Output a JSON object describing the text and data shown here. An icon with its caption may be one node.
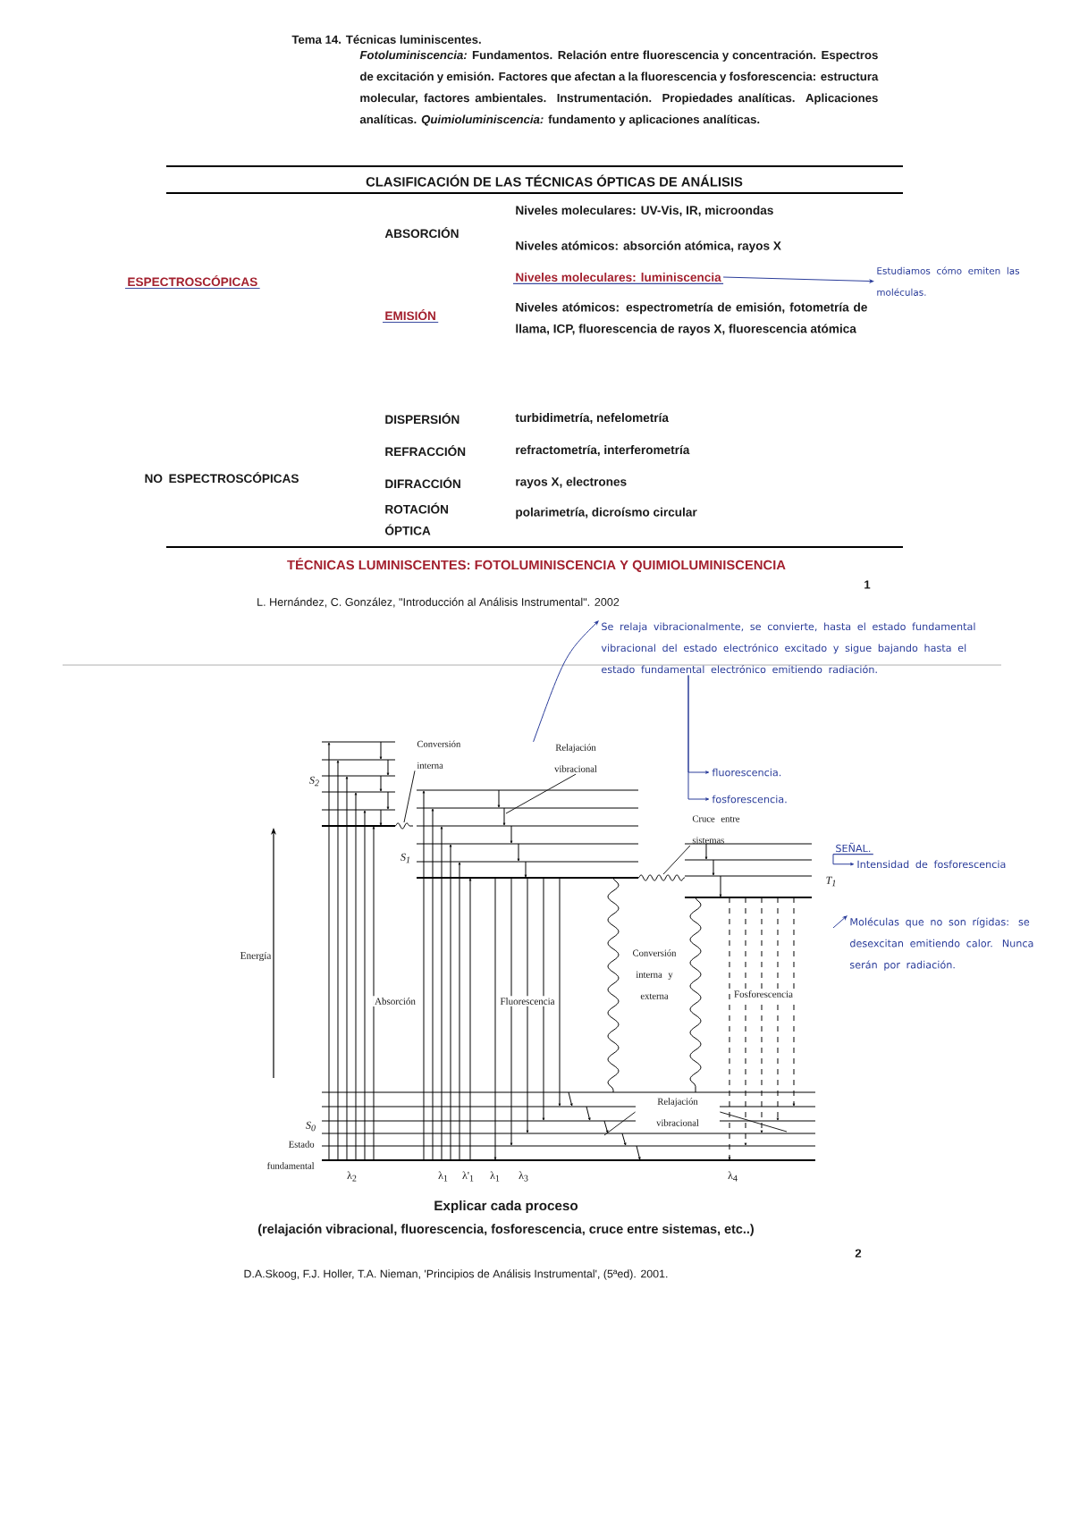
{
  "diagram": {
    "title": "TÉCNICAS LUMINISCENTES: FOTOLUMINISCENCIA Y QUIMIOLUMINISCENCIA",
    "nodes": [
      {
        "text": [
          "Niveles moleculares: luminiscencia"
        ]
      },
      {
        "text": [
          "Estudiamos cómo emiten las moléculas."
        ]
      },
      {
        "text": [
          "Conversión interna"
        ]
      },
      {
        "text": [
          "Relajación vibracional"
        ]
      },
      {
        "text": [
          "Cruce entre sistemas"
        ]
      },
      {
        "text": [
          "Relajación vibracional"
        ]
      },
      {
        "text": [
          "Se relaja vibracionalmente, se convierte, hasta el estado fundamental vibracional del estado electrónico excitado y sigue bajando hasta el estado fundamental electrónico emitiendo radiación."
        ]
      },
      {
        "text": [
          "fluorescencia."
        ]
      },
      {
        "text": [
          "fosforescencia."
        ]
      },
      {
        "text": [
          "SEÑAL."
        ]
      },
      {
        "text": [
          "Intensidad de fosforescencia"
        ]
      },
      {
        "text": [
          "Moléculas que no son rígidas: se desexcitan emitiendo calor. Nunca serán por radiación."
        ]
      }
    ],
    "edges": [
      {
        "from": 0,
        "to": 1,
        "arrow": "to"
      },
      {
        "from": 2,
        "to": null,
        "arrow": "none",
        "color": "#1a1a1a"
      },
      {
        "from": 3,
        "to": null,
        "arrow": "none",
        "color": "#1a1a1a"
      },
      {
        "from": 4,
        "to": null,
        "arrow": "none",
        "color": "#1a1a1a"
      },
      {
        "from": 5,
        "to": null,
        "arrow": "none",
        "color": "#1a1a1a"
      },
      {
        "from": 5,
        "to": null,
        "arrow": "none",
        "color": "#1a1a1a"
      },
      {
        "from": 3,
        "to": 6,
        "arrow": "to"
      },
      {
        "from": 6,
        "to": 7,
        "arrow": "to"
      },
      {
        "from": 6,
        "to": 8,
        "arrow": "to"
      },
      {
        "from": 9,
        "to": 10,
        "arrow": "to"
      },
      {
        "from": null,
        "to": 11,
        "arrow": "to"
      }
    ],
    "labels": [
      "Tema 14. Técnicas luminiscentes.",
      "*Fotoluminiscencia:* Fundamentos. Relación entre fluorescencia y concentración. Espectros de excitación y emisión. Factores que afectan a la fluorescencia y fosforescencia: estructura molecular, factores ambientales. Instrumentación. Propiedades analíticas. Aplicaciones analíticas. *Quimioluminiscencia:* fundamento y aplicaciones analíticas.",
      "CLASIFICACIÓN DE LAS TÉCNICAS ÓPTICAS DE ANÁLISIS",
      "ABSORCIÓN",
      "Niveles moleculares: UV-Vis, IR, microondas",
      "Niveles atómicos: absorción atómica, rayos X",
      "ESPECTROSCÓPICAS",
      "EMISIÓN",
      "Niveles atómicos: espectrometría de emisión, fotometría de llama, ICP, fluorescencia de rayos X, fluorescencia atómica",
      "NO ESPECTROSCÓPICAS",
      "DISPERSIÓN",
      "turbidimetría, nefelometría",
      "REFRACCIÓN",
      "refractometría, interferometría",
      "DIFRACCIÓN",
      "rayos X, electrones",
      "ROTACIÓN ÓPTICA",
      "polarimetría, dicroísmo circular",
      "1",
      "L. Hernández, C. González, \"Introducción al Análisis Instrumental\". 2002",
      "Energía",
      "S$_{2}$",
      "S$_{1}$",
      "T$_{1}$",
      "S$_{0}$",
      "Estado fundamental",
      "Absorción",
      "Fluorescencia",
      "Conversión interna y externa",
      "Fosforescencia",
      "λ$_{2}$",
      "λ$_{1}$",
      "λ'$_{1}$",
      "λ$_{1}$",
      "λ$_{3}$",
      "λ$_{4}$",
      "Explicar cada proceso",
      "(relajación vibracional, fluorescencia, fosforescencia, cruce entre sistemas, etc..)",
      "2",
      "D.A.Skoog, F.J. Holler, T.A. Nieman, 'Principios de Análisis Instrumental', (5ªed). 2001."
    ]
  }
}
